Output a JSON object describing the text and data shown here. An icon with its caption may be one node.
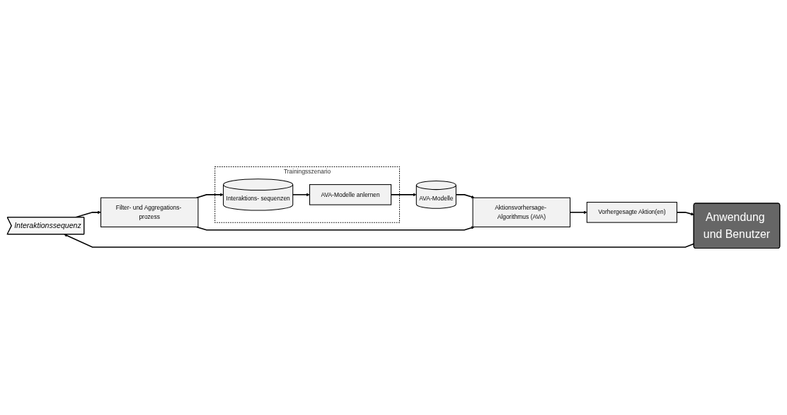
{
  "diagram": {
    "nodes": [
      {
        "text": [
          "Interaktionssequenz"
        ]
      },
      {
        "text": [
          "Anwendung und Benutzer"
        ]
      },
      {
        "text": [
          "Filter- und Aggregations- prozess"
        ]
      },
      {
        "text": [
          "Trainingsszenario"
        ]
      },
      {
        "text": [
          "Interaktions- sequenzen"
        ],
        "in": 3
      },
      {
        "text": [
          "AVA-Modelle anlernen"
        ],
        "in": 3
      },
      {
        "text": [
          "AVA-Modelle"
        ]
      },
      {
        "text": [
          "Aktionsvorhersage- Algorithmus (AVA)"
        ]
      },
      {
        "text": [
          "Vorhergesagte Aktion(en)"
        ]
      }
    ],
    "edges": [
      {
        "from": 1,
        "to": 0,
        "arrow": "to"
      },
      {
        "from": 0,
        "to": 2,
        "arrow": "to"
      },
      {
        "from": 2,
        "to": 4,
        "arrow": "to"
      },
      {
        "from": 4,
        "to": 5,
        "arrow": "to"
      },
      {
        "from": 5,
        "to": 6,
        "arrow": "to"
      },
      {
        "from": 6,
        "to": 7,
        "arrow": "to"
      },
      {
        "from": 2,
        "to": 7,
        "arrow": "to"
      },
      {
        "from": 7,
        "to": 8,
        "arrow": "to"
      },
      {
        "from": 8,
        "to": 1,
        "arrow": "to"
      }
    ]
  }
}
